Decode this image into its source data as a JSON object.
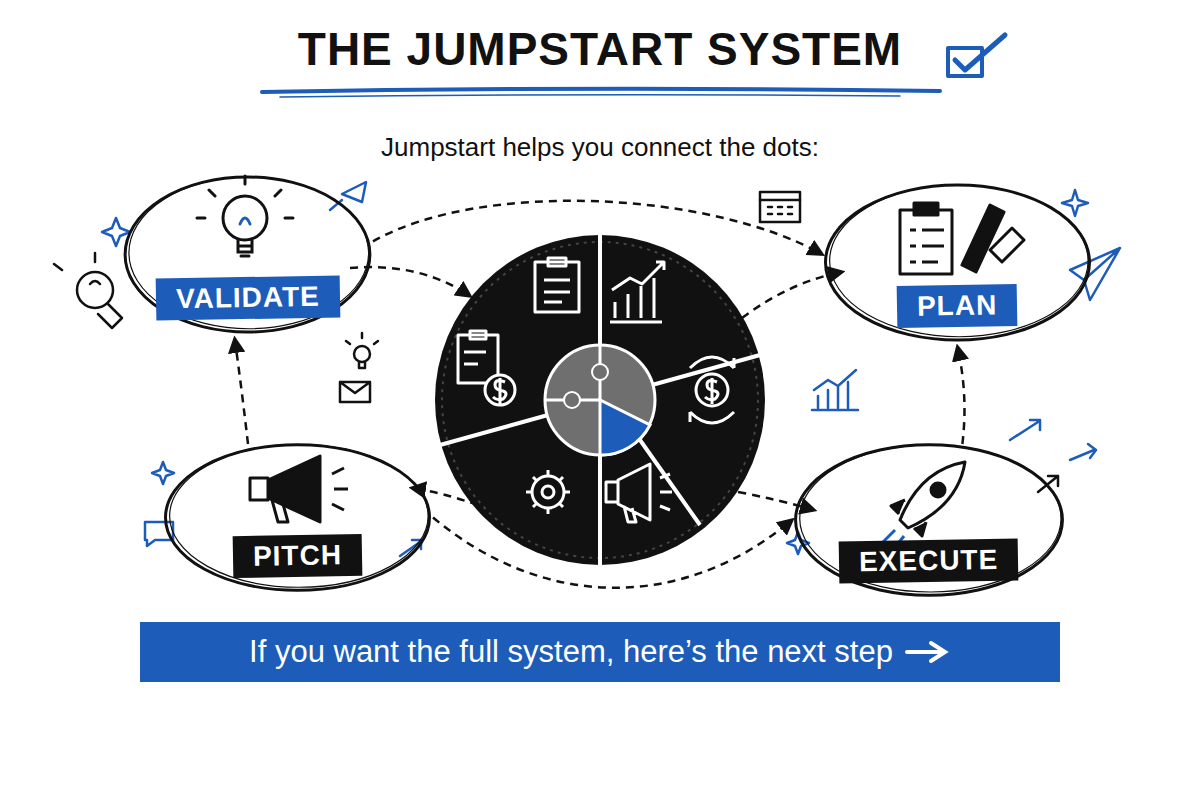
{
  "diagram": {
    "title": "THE JUMPSTART SYSTEM",
    "nodes": [
      {
        "text": [
          "VALIDATE"
        ]
      },
      {
        "text": [
          "PLAN"
        ]
      },
      {
        "text": [
          "PITCH"
        ]
      },
      {
        "text": [
          "EXECUTE"
        ]
      },
      {
        "text": [
          "If you want the full system, here’s the next step"
        ]
      }
    ],
    "edges": [
      {
        "from": 2,
        "to": 0,
        "arrow": "to"
      },
      {
        "from": 3,
        "to": 1,
        "arrow": "to"
      },
      {
        "from": 0,
        "to": 1,
        "arrow": "to"
      },
      {
        "from": 2,
        "to": 3,
        "arrow": "to"
      }
    ],
    "labels": [
      "Jumpstart helps you connect the dots:"
    ]
  }
}
